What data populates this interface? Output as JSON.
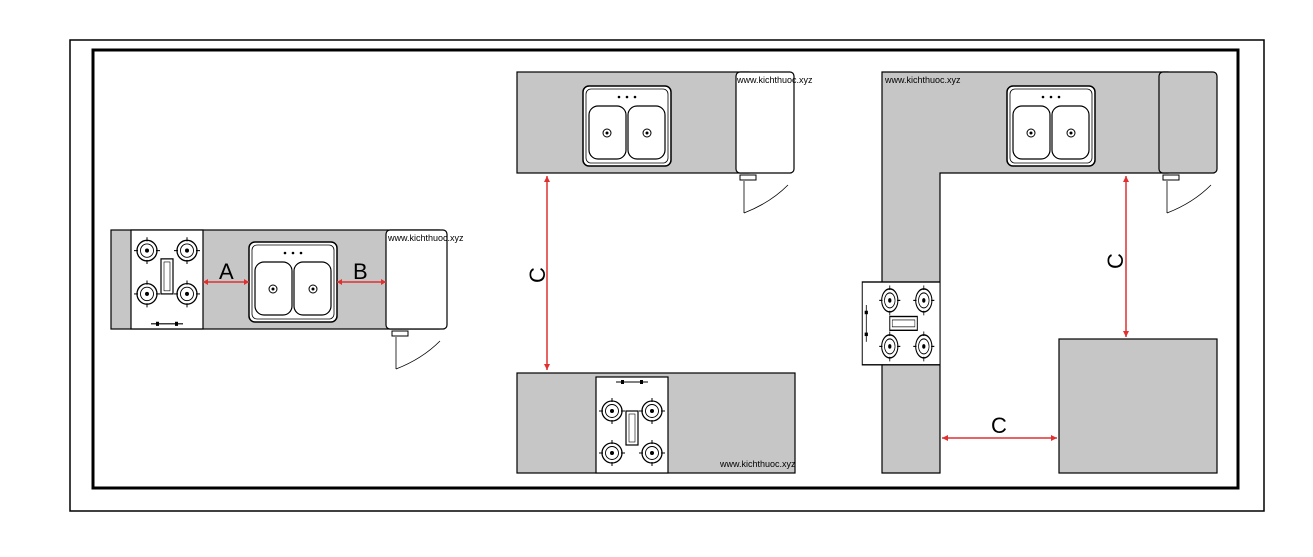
{
  "labels": {
    "a": "A",
    "b": "B",
    "c_galley": "C",
    "c_l_vertical": "C",
    "c_l_horizontal": "C"
  },
  "watermark": "www.kichthuoc.xyz",
  "colors": {
    "counter": "#c6c6c6",
    "appliance": "#ffffff",
    "outline": "#000000",
    "dimension_line": "#e03030"
  },
  "icons": {
    "sink": "double-sink-icon",
    "stove": "four-burner-stove-icon",
    "fridge": "fridge-icon",
    "door": "door-swing-icon"
  }
}
